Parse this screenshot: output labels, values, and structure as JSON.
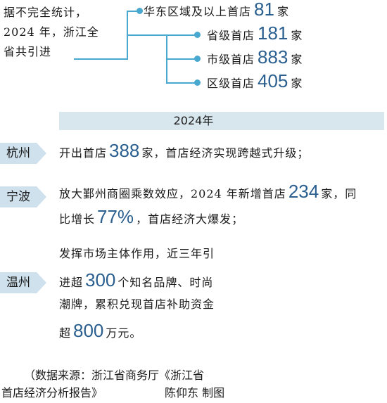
{
  "intro": {
    "line1": "据不完全统计，",
    "line2": "2024 年，浙江全",
    "line3": "省共引进"
  },
  "tree": {
    "total": {
      "prefix": "华东区域及以上首店",
      "value": "81",
      "unit": "家"
    },
    "children": [
      {
        "prefix": "省级首店",
        "value": "181",
        "unit": "家"
      },
      {
        "prefix": "市级首店",
        "value": "883",
        "unit": "家"
      },
      {
        "prefix": "区级首店",
        "value": "405",
        "unit": "家"
      }
    ]
  },
  "year_band": "2024年",
  "cities": {
    "hangzhou": {
      "name": "杭州",
      "l1_a": "开出首店",
      "l1_num": "388",
      "l1_b": "家，首店经济实现跨越式升级；"
    },
    "ningbo": {
      "name": "宁波",
      "l1_a": "放大鄞州商圈乘数效应，2024 年新增首店",
      "l1_num": "234",
      "l1_b": "家，同",
      "l2_a": "比增长",
      "l2_num": "77%",
      "l2_b": "，首店经济大爆发；"
    },
    "wenzhou": {
      "name": "温州",
      "l1": "发挥市场主体作用，近三年引",
      "l2_a": "进超",
      "l2_num": "300",
      "l2_b": "个知名品牌、时尚",
      "l3": "潮牌，累积兑现首店补助资金",
      "l4_a": "超",
      "l4_num": "800",
      "l4_b": "万元。"
    }
  },
  "source": {
    "line1": "（数据来源：浙江省商务厅《浙江省",
    "line2": "首店经济分析报告》",
    "credit": "陈仰东  制图"
  },
  "colors": {
    "accent": "#48a8d0",
    "number": "#2a5f8f",
    "band": "#d8e6ee",
    "city_block": "#cfe1ec"
  }
}
